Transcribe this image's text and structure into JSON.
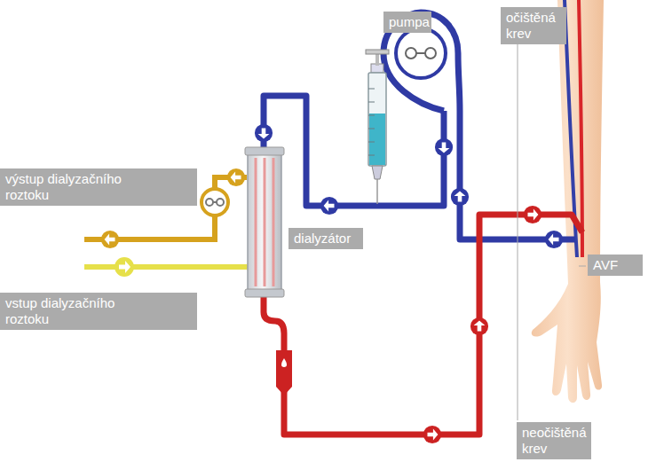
{
  "diagram": {
    "nodes": [
      {
        "text": [
          "pumpa"
        ]
      },
      {
        "text": [
          "očištěná krev"
        ]
      },
      {
        "text": [
          "výstup dialyzačního roztoku"
        ]
      },
      {
        "text": [
          "dialyzátor"
        ]
      },
      {
        "text": [
          "AVF"
        ]
      },
      {
        "text": [
          "vstup dialyzačního roztoku"
        ]
      },
      {
        "text": [
          "neočištěná krev"
        ]
      }
    ]
  }
}
